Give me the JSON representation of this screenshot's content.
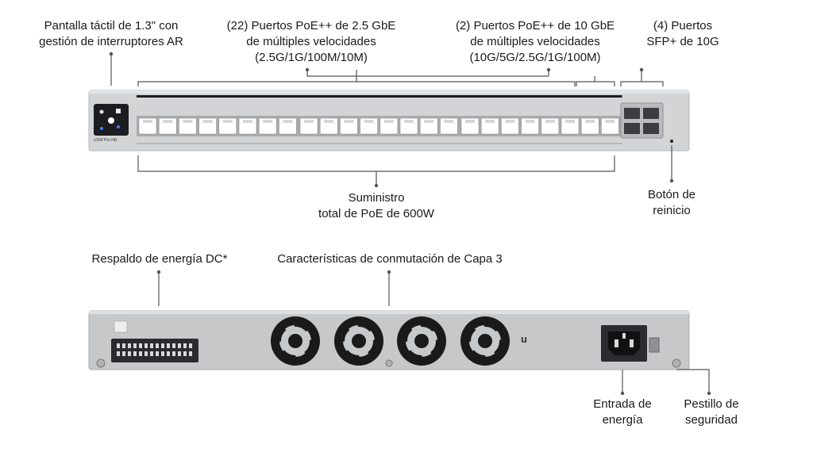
{
  "front_labels": {
    "touchscreen": [
      "Pantalla táctil de 1.3\" con",
      "gestión de interruptores AR"
    ],
    "ports_2_5g": [
      "(22) Puertos PoE++ de 2.5 GbE",
      "de múltiples velocidades",
      "(2.5G/1G/100M/10M)"
    ],
    "ports_10g": [
      "(2) Puertos PoE++ de 10 GbE",
      "de múltiples velocidades",
      "(10G/5G/2.5G/1G/100M)"
    ],
    "sfp": [
      "(4) Puertos",
      "SFP+ de 10G"
    ],
    "poe_budget": [
      "Suministro",
      "total de PoE de 600W"
    ],
    "reset": [
      "Botón de",
      "reinicio"
    ]
  },
  "rear_labels": {
    "dc_backup": "Respaldo de energía DC*",
    "layer3": "Características de conmutación de Capa 3",
    "power_input": [
      "Entrada de",
      "energía"
    ],
    "security_latch": [
      "Pestillo de",
      "seguridad"
    ]
  },
  "device": {
    "model": "USW Pro HD"
  },
  "colors": {
    "chassis": "#c9cacc",
    "chassis_dark": "#a9abae",
    "screen": "#1b1d21",
    "fan": "#1a1a1a",
    "port": "#ffffff",
    "leader": "#555555"
  },
  "icons": [
    "ubiquiti-logo-icon",
    "screw-icon",
    "fan-icon",
    "power-socket-icon"
  ]
}
